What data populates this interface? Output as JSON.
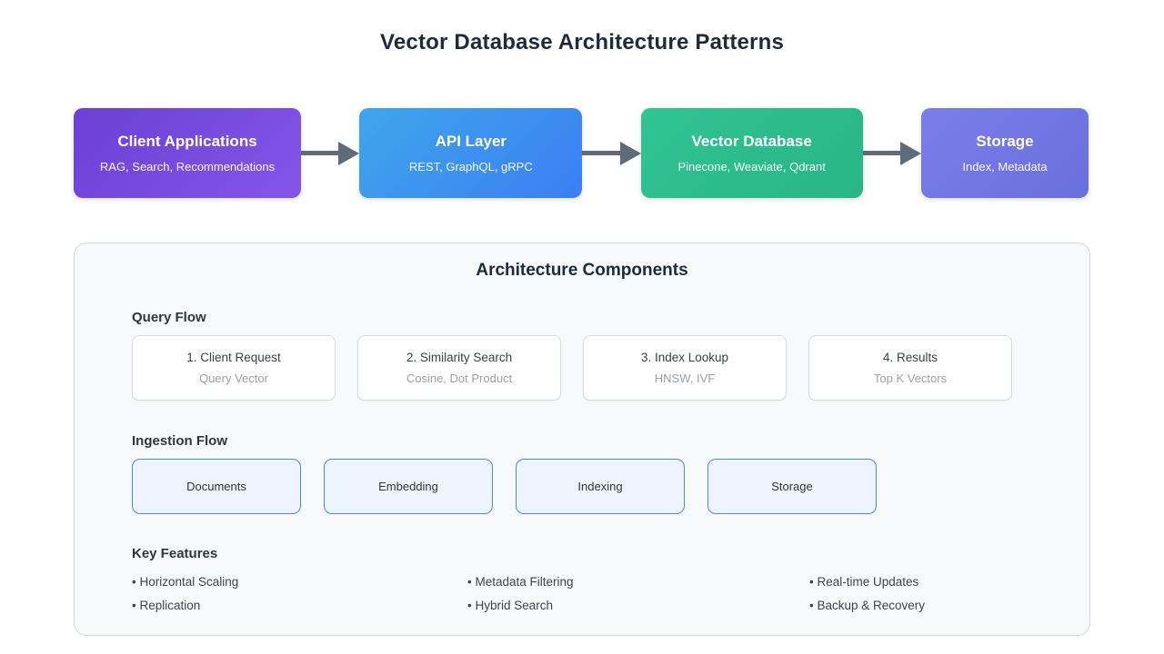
{
  "title": "Vector Database Architecture Patterns",
  "flow": {
    "nodes": [
      {
        "title": "Client Applications",
        "subtitle": "RAG, Search, Recommendations",
        "gradient": [
          "#6b40d5",
          "#8456e8"
        ]
      },
      {
        "title": "API Layer",
        "subtitle": "REST, GraphQL, gRPC",
        "gradient": [
          "#3fa6ec",
          "#3b7ef2"
        ]
      },
      {
        "title": "Vector Database",
        "subtitle": "Pinecone, Weaviate, Qdrant",
        "gradient": [
          "#30c493",
          "#29b585"
        ]
      },
      {
        "title": "Storage",
        "subtitle": "Index, Metadata",
        "gradient": [
          "#7a7eea",
          "#6a6fdf"
        ]
      }
    ],
    "arrow_color": "#5d6b7a"
  },
  "panel": {
    "title": "Architecture Components",
    "query_flow": {
      "label": "Query Flow",
      "cards": [
        {
          "title": "1. Client Request",
          "subtitle": "Query Vector"
        },
        {
          "title": "2. Similarity Search",
          "subtitle": "Cosine, Dot Product"
        },
        {
          "title": "3. Index Lookup",
          "subtitle": "HNSW, IVF"
        },
        {
          "title": "4. Results",
          "subtitle": "Top K Vectors"
        }
      ]
    },
    "ingestion_flow": {
      "label": "Ingestion Flow",
      "cards": [
        {
          "label": "Documents"
        },
        {
          "label": "Embedding"
        },
        {
          "label": "Indexing"
        },
        {
          "label": "Storage"
        }
      ]
    },
    "key_features": {
      "label": "Key Features",
      "columns": [
        [
          "• Horizontal Scaling",
          "• Replication"
        ],
        [
          "• Metadata Filtering",
          "• Hybrid Search"
        ],
        [
          "• Real-time Updates",
          "• Backup & Recovery"
        ]
      ]
    }
  },
  "colors": {
    "title_text": "#1e2b3c",
    "arrow": "#5d6b7a",
    "panel_bg": "#f8f9fb",
    "panel_border": "#d3d7de",
    "query_card_bg": "#ffffff",
    "query_card_border": "#d6dade",
    "query_card_subtitle_text": "#9aa0a8",
    "ingestion_card_bg": "#edf4fd",
    "ingestion_card_border": "#4f87e8"
  }
}
